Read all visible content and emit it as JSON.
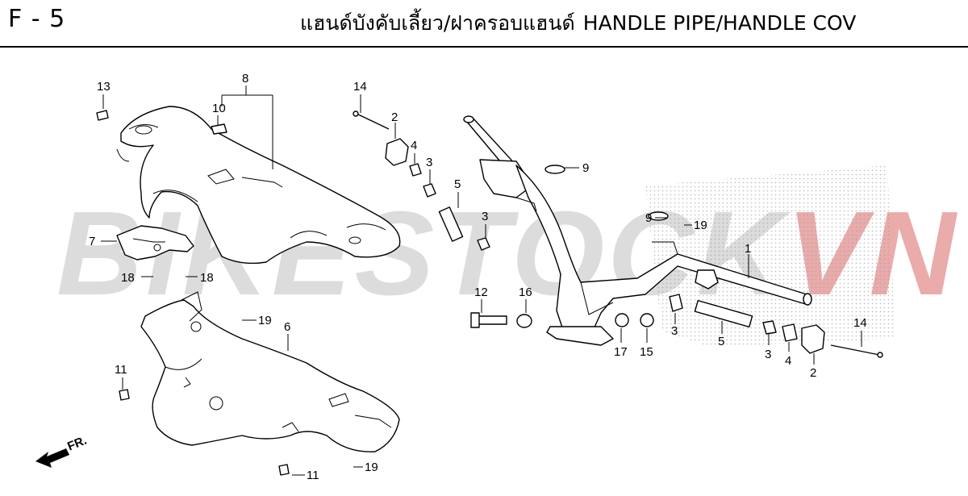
{
  "header": {
    "section_code": "F - 5",
    "title_th": "แฮนด์บังคับเลี้ยว/ฝาครอบแฮนด์",
    "title_en": "HANDLE PIPE/HANDLE COV"
  },
  "watermark": {
    "text_main": "BIKESTOCK",
    "text_accent": "VN",
    "color_main": "#d9d9d9",
    "color_accent": "#e8a2a2"
  },
  "direction_marker": {
    "text": "FR."
  },
  "callouts": {
    "c13": "13",
    "c8": "8",
    "c10": "10",
    "c14a": "14",
    "c2a": "2",
    "c4a": "4",
    "c3a": "3",
    "c5a": "5",
    "c3b": "3",
    "c9a": "9",
    "c9b": "9",
    "c19a": "19",
    "c7": "7",
    "c18a": "18",
    "c18b": "18",
    "c1": "1",
    "c12": "12",
    "c16": "16",
    "c17": "17",
    "c15": "15",
    "c3c": "3",
    "c5b": "5",
    "c3d": "3",
    "c4b": "4",
    "c2b": "2",
    "c14b": "14",
    "c19b": "19",
    "c6": "6",
    "c11a": "11",
    "c11b": "11",
    "c19c": "19"
  }
}
